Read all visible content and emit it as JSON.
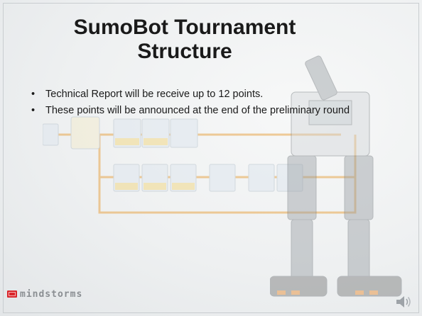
{
  "slide": {
    "title": "SumoBot Tournament Structure",
    "bullets": [
      {
        "marker": "•",
        "text": "Technical Report will be receive up to 12 points."
      },
      {
        "marker": "•",
        "text": "These points will be announced at the end of the preliminary round"
      }
    ]
  },
  "footer": {
    "logo_text": "mindstorms",
    "logo_icon": "lego-brick-icon"
  },
  "controls": {
    "audio_icon": "speaker-icon"
  },
  "colors": {
    "title_text": "#1a1a1a",
    "logo_red": "#d9262b",
    "logo_gray": "#8a8e92",
    "program_wire": "#e8a64a"
  }
}
